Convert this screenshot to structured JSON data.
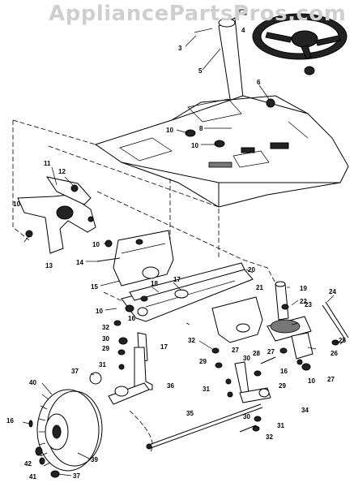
{
  "watermark": "AppliancePartsPros.com",
  "labels": [
    {
      "id": "l3",
      "text": "3"
    },
    {
      "id": "l4",
      "text": "4"
    },
    {
      "id": "l5",
      "text": "5"
    },
    {
      "id": "l6",
      "text": "6"
    },
    {
      "id": "l8",
      "text": "8"
    },
    {
      "id": "l10a",
      "text": "10"
    },
    {
      "id": "l10b",
      "text": "10"
    },
    {
      "id": "l11",
      "text": "11"
    },
    {
      "id": "l12",
      "text": "12"
    },
    {
      "id": "l10c",
      "text": "10"
    },
    {
      "id": "l13",
      "text": "13"
    },
    {
      "id": "l10d",
      "text": "10"
    },
    {
      "id": "l14",
      "text": "14"
    },
    {
      "id": "l15",
      "text": "15"
    },
    {
      "id": "l20",
      "text": "20"
    },
    {
      "id": "l17a",
      "text": "17"
    },
    {
      "id": "l18",
      "text": "18"
    },
    {
      "id": "l16a",
      "text": "16"
    },
    {
      "id": "l10e",
      "text": "10"
    },
    {
      "id": "l21",
      "text": "21"
    },
    {
      "id": "l19",
      "text": "19"
    },
    {
      "id": "l24",
      "text": "24"
    },
    {
      "id": "l22",
      "text": "22"
    },
    {
      "id": "l23",
      "text": "23"
    },
    {
      "id": "l32a",
      "text": "32"
    },
    {
      "id": "l30a",
      "text": "30"
    },
    {
      "id": "l29a",
      "text": "29"
    },
    {
      "id": "l17b",
      "text": "17"
    },
    {
      "id": "l31a",
      "text": "31"
    },
    {
      "id": "l37a",
      "text": "37"
    },
    {
      "id": "l36",
      "text": "36"
    },
    {
      "id": "l40",
      "text": "40"
    },
    {
      "id": "l32b",
      "text": "32"
    },
    {
      "id": "l27a",
      "text": "27"
    },
    {
      "id": "l28",
      "text": "28"
    },
    {
      "id": "l25",
      "text": "25"
    },
    {
      "id": "l26",
      "text": "26"
    },
    {
      "id": "l29b",
      "text": "29"
    },
    {
      "id": "l30b",
      "text": "30"
    },
    {
      "id": "l27b",
      "text": "27"
    },
    {
      "id": "l16b",
      "text": "16"
    },
    {
      "id": "l10f",
      "text": "10"
    },
    {
      "id": "l27c",
      "text": "27"
    },
    {
      "id": "l31b",
      "text": "31"
    },
    {
      "id": "l29c",
      "text": "29"
    },
    {
      "id": "l34",
      "text": "34"
    },
    {
      "id": "l35",
      "text": "35"
    },
    {
      "id": "l30c",
      "text": "30"
    },
    {
      "id": "l31c",
      "text": "31"
    },
    {
      "id": "l32c",
      "text": "32"
    },
    {
      "id": "l16c",
      "text": "16"
    },
    {
      "id": "l39",
      "text": "39"
    },
    {
      "id": "l42",
      "text": "42"
    },
    {
      "id": "l41",
      "text": "41"
    },
    {
      "id": "l37b",
      "text": "37"
    }
  ]
}
